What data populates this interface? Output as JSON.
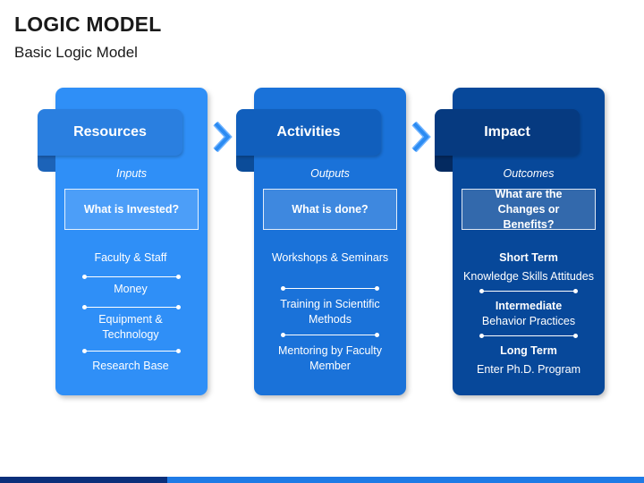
{
  "title": "LOGIC MODEL",
  "subtitle": "Basic Logic Model",
  "colors": {
    "column_1": "#2f8ff7",
    "column_2": "#1a72d9",
    "column_3": "#07489a",
    "chevron": "#2b8bf2",
    "text": "#ffffff"
  },
  "columns": [
    {
      "heading": "Resources",
      "label": "Inputs",
      "question": "What is Invested?",
      "items": [
        "Faculty & Staff",
        "Money",
        "Equipment & Technology",
        "Research Base"
      ]
    },
    {
      "heading": "Activities",
      "label": "Outputs",
      "question": "What is done?",
      "items": [
        "Workshops & Seminars",
        "Training in Scientific Methods",
        "Mentoring by Faculty Member"
      ]
    },
    {
      "heading": "Impact",
      "label": "Outcomes",
      "question": "What are the Changes or Benefits?",
      "items": [
        {
          "term": "Short Term",
          "desc": "Knowledge Skills Attitudes"
        },
        {
          "term": "Intermediate",
          "desc": "Behavior Practices"
        },
        {
          "term": "Long Term",
          "desc": "Enter Ph.D. Program"
        }
      ]
    }
  ],
  "connector_icon": "chevron-right-icon"
}
